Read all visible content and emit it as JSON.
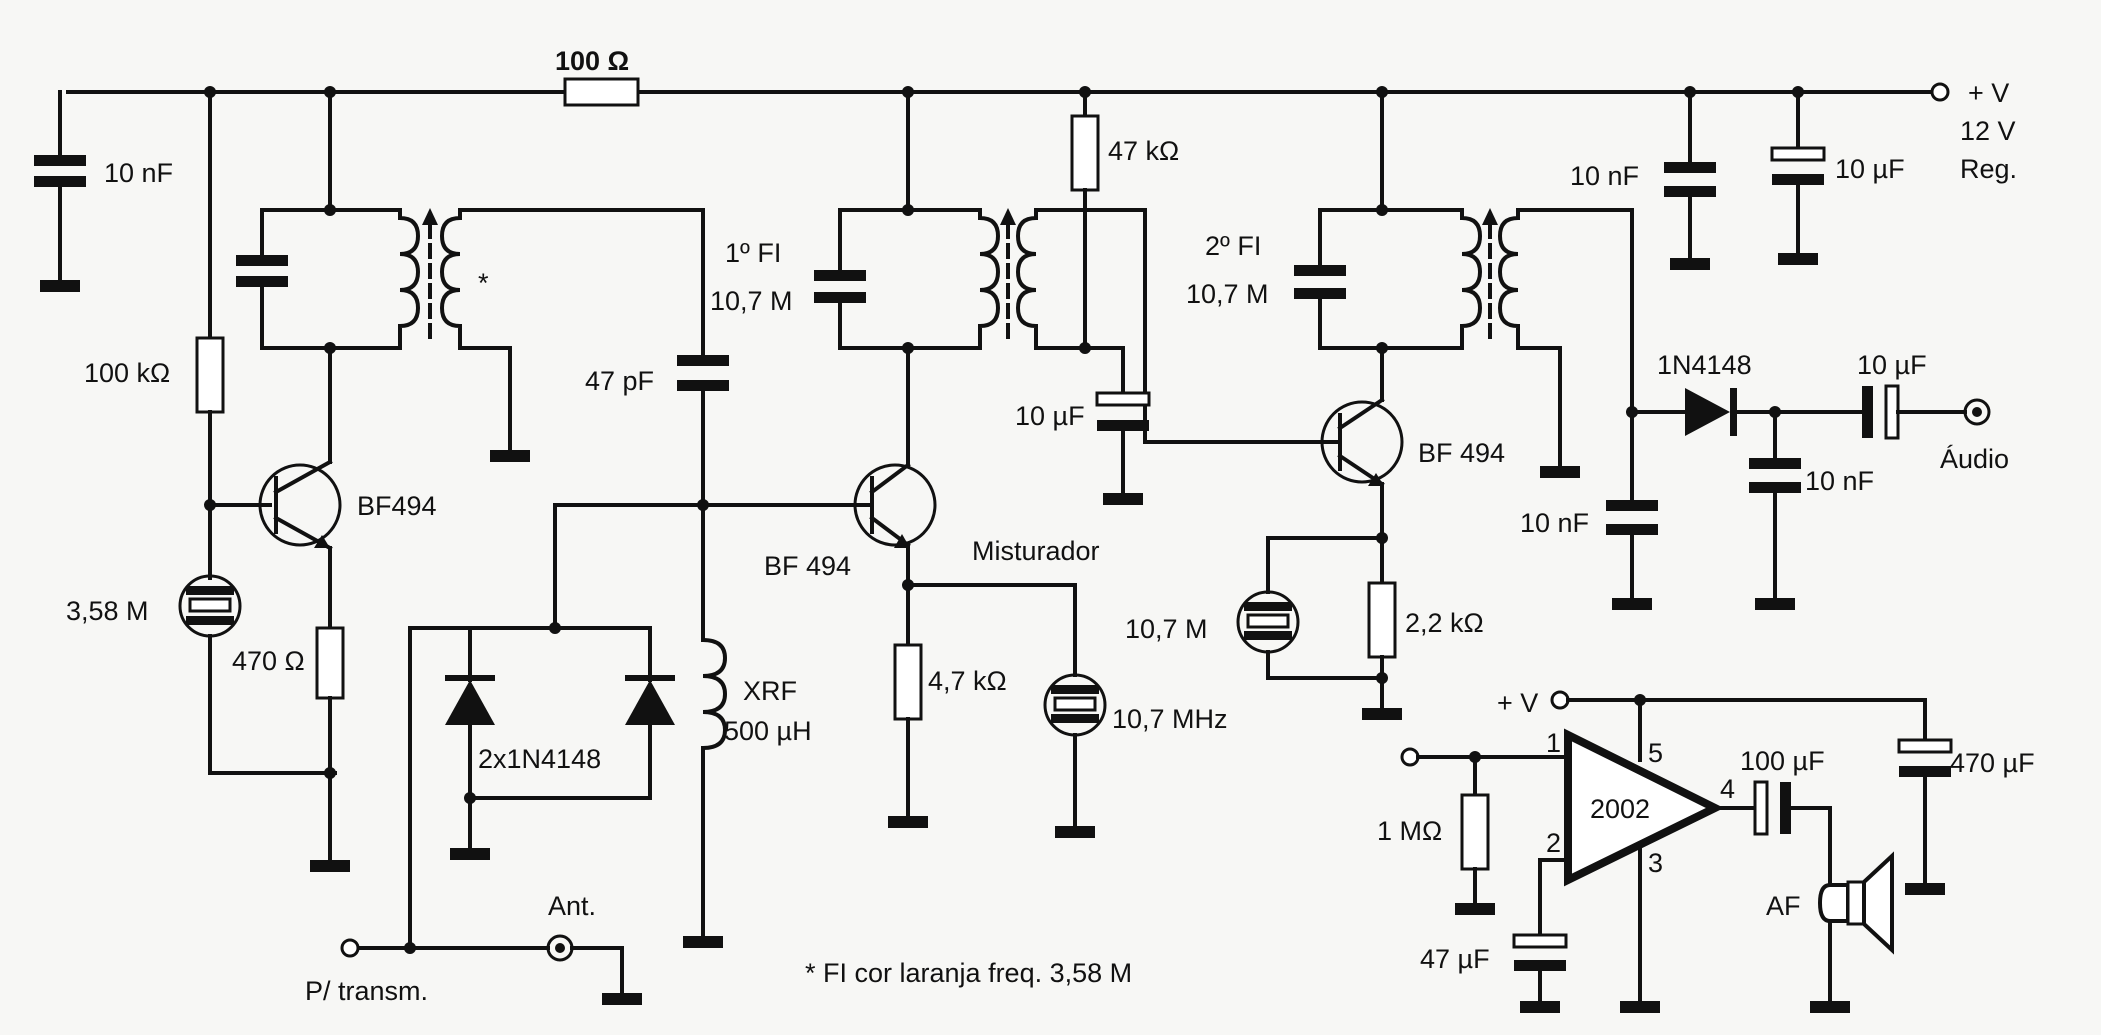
{
  "labels": {
    "r_top": "100 Ω",
    "c_10n_left": "10 nF",
    "r_100k": "100 kΩ",
    "q1": "BF494",
    "xtal1": "3,58 M",
    "r_470": "470 Ω",
    "diodes": "2x1N4148",
    "star": "*",
    "c_47p": "47 pF",
    "xrf_1": "XRF",
    "xrf_2": "500 µH",
    "fi1_1": "1º FI",
    "fi1_2": "10,7 M",
    "q2": "BF 494",
    "mixer": "Misturador",
    "r_4k7": "4,7 kΩ",
    "xtal2": "10,7 MHz",
    "r_47k": "47 kΩ",
    "c_10u_mid": "10 µF",
    "fi2_1": "2º FI",
    "fi2_2": "10,7 M",
    "q3": "BF 494",
    "xtal3": "10,7 M",
    "r_2k2": "2,2 kΩ",
    "c_10n_r1": "10 nF",
    "c_10u_r1": "10 µF",
    "vplus": "+ V",
    "v12": "12 V",
    "reg": "Reg.",
    "d_det": "1N4148",
    "c_10u_out": "10 µF",
    "audio": "Áudio",
    "c_10n_det": "10 nF",
    "c_10n_det2": "10 nF",
    "vplus2": "+ V",
    "pin1": "1",
    "pin2": "2",
    "pin3": "3",
    "pin4": "4",
    "pin5": "5",
    "ic": "2002",
    "r_1m": "1 MΩ",
    "c_47u": "47 µF",
    "c_100u": "100 µF",
    "c_470u": "470 µF",
    "af": "AF",
    "ant": "Ant.",
    "ptransm": "P/ transm.",
    "note": "* FI cor laranja freq. 3,58 M"
  }
}
